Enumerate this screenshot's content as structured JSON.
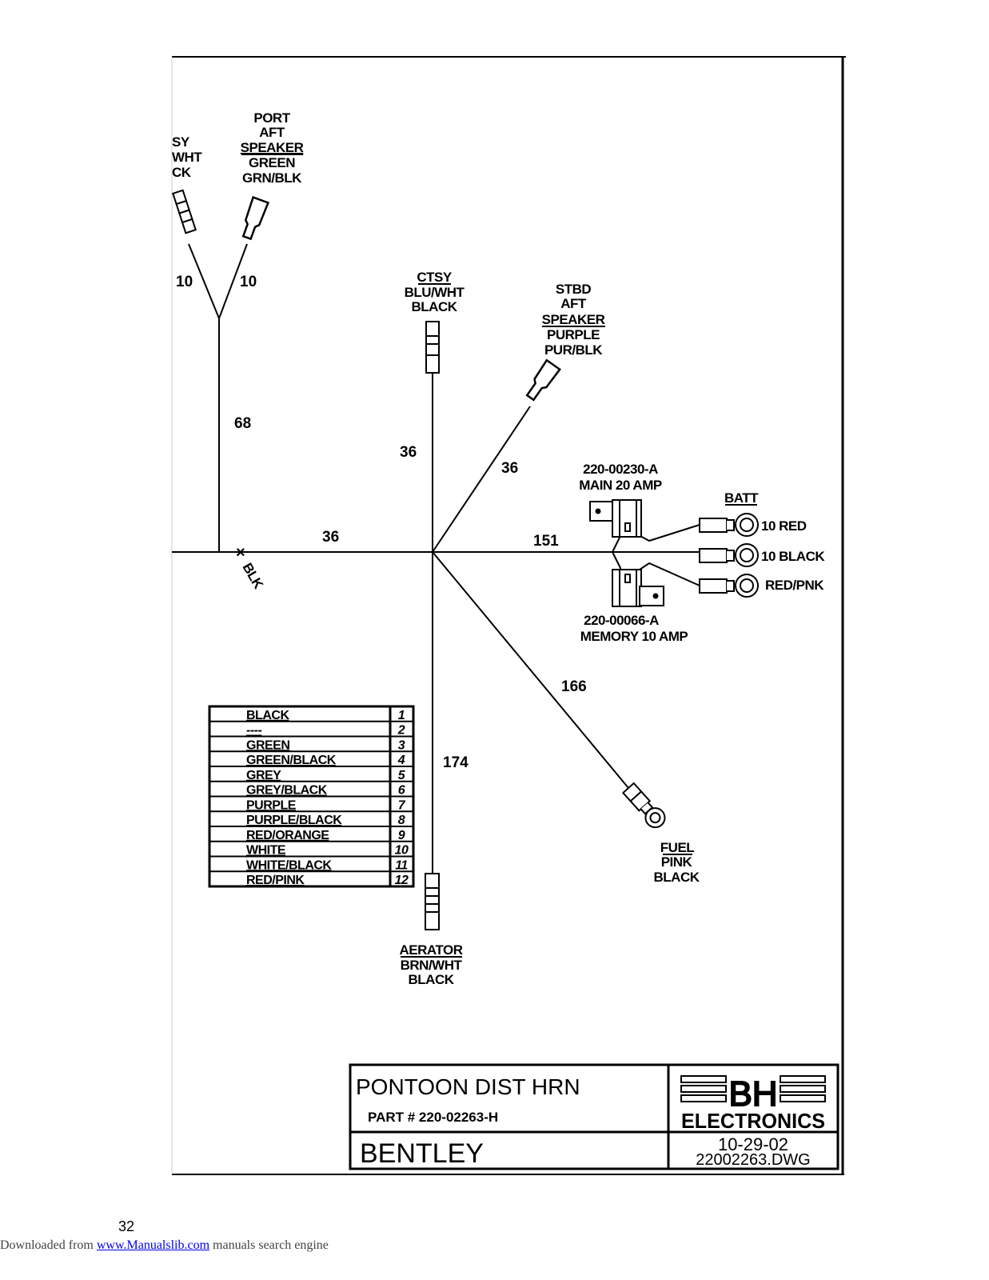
{
  "diagram": {
    "connectors": {
      "ctsy_left": {
        "lines": [
          "SY",
          "WHT",
          "CK"
        ]
      },
      "port_aft_speaker": {
        "title_lines": [
          "PORT",
          "AFT"
        ],
        "underlined": "SPEAKER",
        "lines": [
          "GREEN",
          "GRN/BLK"
        ]
      },
      "ctsy_center": {
        "underlined": "CTSY",
        "lines": [
          "BLU/WHT",
          "BLACK"
        ]
      },
      "stbd_aft_speaker": {
        "title_lines": [
          "STBD",
          "AFT"
        ],
        "underlined": "SPEAKER",
        "lines": [
          "PURPLE",
          "PUR/BLK"
        ]
      },
      "aerator": {
        "underlined": "AERATOR",
        "lines": [
          "BRN/WHT",
          "BLACK"
        ]
      },
      "fuel": {
        "underlined": "FUEL",
        "lines": [
          "PINK",
          "BLACK"
        ]
      },
      "batt": {
        "underlined": "BATT",
        "terminals": [
          "10 RED",
          "10 BLACK",
          "RED/PNK"
        ]
      }
    },
    "fuses": {
      "main": {
        "part": "220-00230-A",
        "desc": "MAIN 20 AMP"
      },
      "memory": {
        "part": "220-00066-A",
        "desc": "MEMORY 10 AMP"
      }
    },
    "lengths": {
      "left_a": "10",
      "left_b": "10",
      "trunk_left": "68",
      "ctsy_center": "36",
      "stbd_speaker": "36",
      "main_left": "36",
      "main_right": "151",
      "fuel": "166",
      "aerator": "174"
    },
    "ground_mark": "BLK",
    "pinout_table": [
      {
        "color": "BLACK",
        "pin": "1"
      },
      {
        "color": "----",
        "pin": "2"
      },
      {
        "color": "GREEN",
        "pin": "3"
      },
      {
        "color": "GREEN/BLACK",
        "pin": "4"
      },
      {
        "color": "GREY",
        "pin": "5"
      },
      {
        "color": "GREY/BLACK",
        "pin": "6"
      },
      {
        "color": "PURPLE",
        "pin": "7"
      },
      {
        "color": "PURPLE/BLACK",
        "pin": "8"
      },
      {
        "color": "RED/ORANGE",
        "pin": "9"
      },
      {
        "color": "WHITE",
        "pin": "10"
      },
      {
        "color": "WHITE/BLACK",
        "pin": "11"
      },
      {
        "color": "RED/PINK",
        "pin": "12"
      }
    ]
  },
  "title_block": {
    "title": "PONTOON DIST HRN",
    "part_label": "PART # 220-02263-H",
    "customer": "BENTLEY",
    "logo_letters": "BH",
    "logo_word": "ELECTRONICS",
    "date": "10-29-02",
    "file": "22002263.DWG"
  },
  "page": {
    "number": "32",
    "footer_prefix": "Downloaded from ",
    "footer_link": "www.Manualslib.com",
    "footer_suffix": "  manuals search engine"
  }
}
